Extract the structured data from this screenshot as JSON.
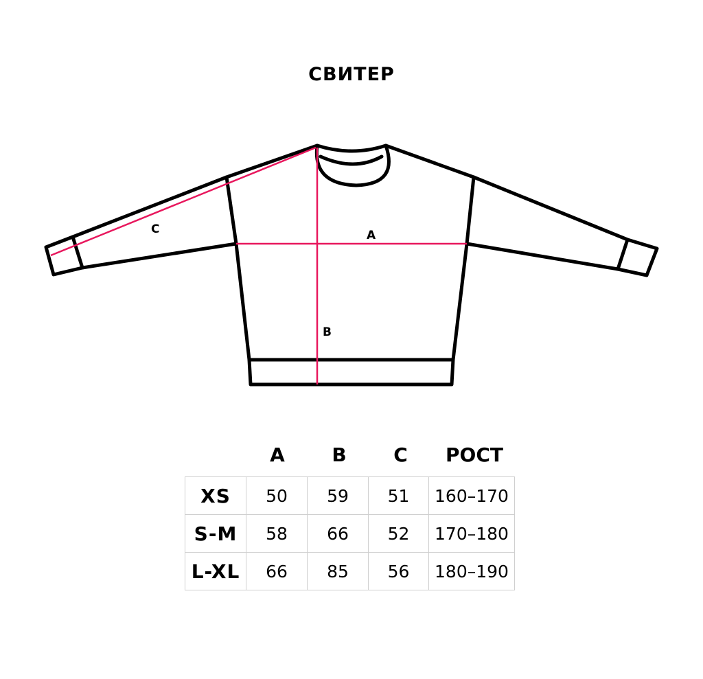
{
  "title": "СВИТЕР",
  "diagram_labels": {
    "a": "A",
    "b": "B",
    "c": "C"
  },
  "colors": {
    "outline": "#000000",
    "measure_line": "#e8175d",
    "table_border": "#cfcfcf"
  },
  "table": {
    "headers": [
      "A",
      "B",
      "C",
      "РОСТ"
    ],
    "rows": [
      {
        "size": "XS",
        "values": [
          "50",
          "59",
          "51",
          "160–170"
        ]
      },
      {
        "size": "S-M",
        "values": [
          "58",
          "66",
          "52",
          "170–180"
        ]
      },
      {
        "size": "L-XL",
        "values": [
          "66",
          "85",
          "56",
          "180–190"
        ]
      }
    ]
  }
}
